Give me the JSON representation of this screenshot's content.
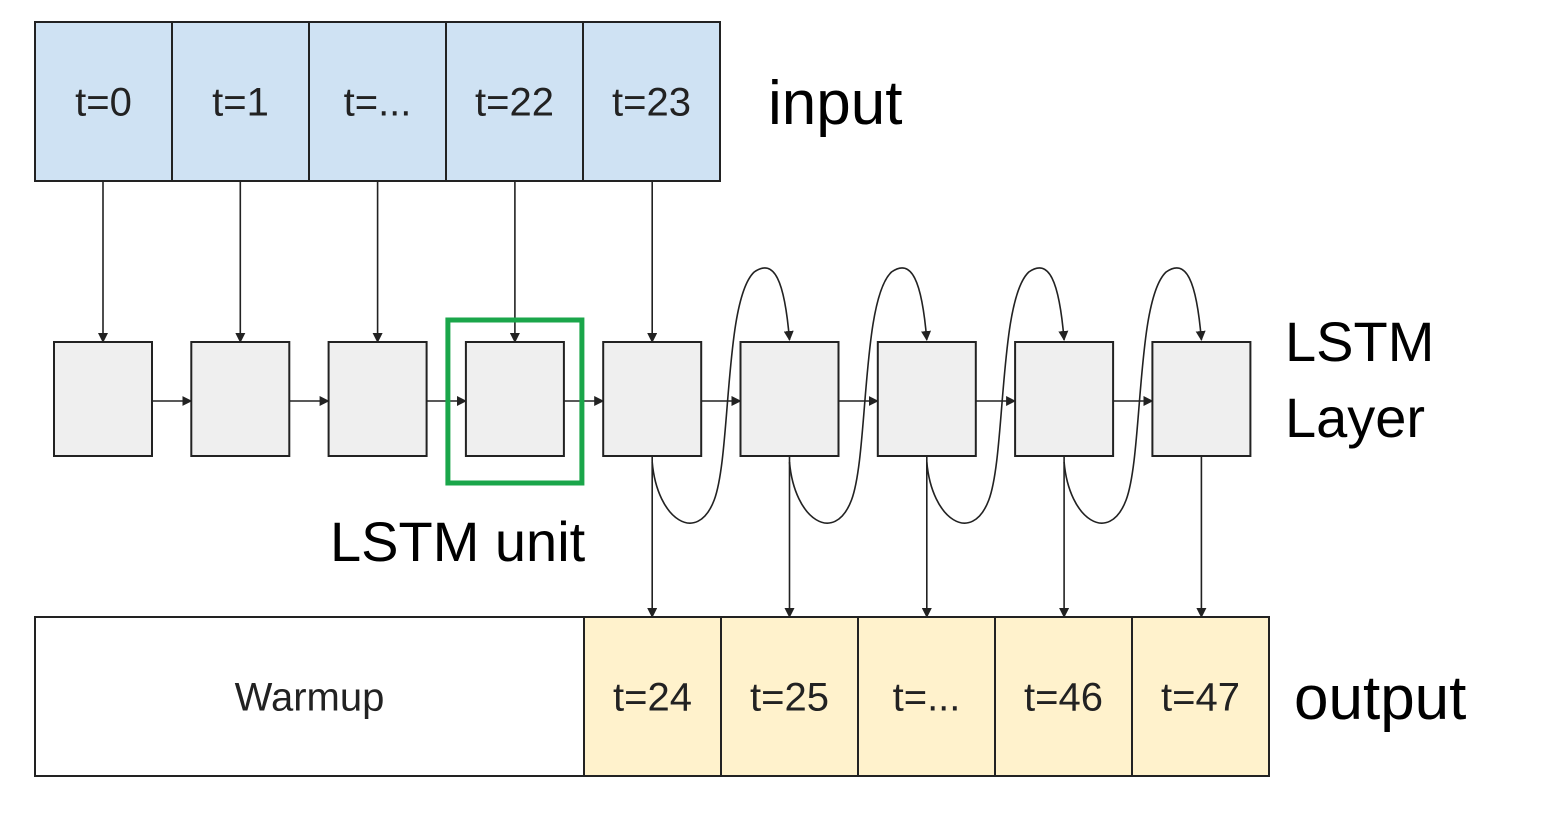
{
  "input": {
    "label": "input",
    "cells": [
      "t=0",
      "t=1",
      "t=...",
      "t=22",
      "t=23"
    ]
  },
  "layer": {
    "label_line1": "LSTM",
    "label_line2": "Layer",
    "unit_count": 9,
    "highlighted_unit_index": 3,
    "unit_label": "LSTM unit"
  },
  "output": {
    "label": "output",
    "warmup": "Warmup",
    "cells": [
      "t=24",
      "t=25",
      "t=...",
      "t=46",
      "t=47"
    ]
  },
  "colors": {
    "input_fill": "#cfe2f3",
    "output_fill": "#fff2cc",
    "unit_fill": "#efefef",
    "highlight": "#1aa64a",
    "stroke": "#222222"
  }
}
